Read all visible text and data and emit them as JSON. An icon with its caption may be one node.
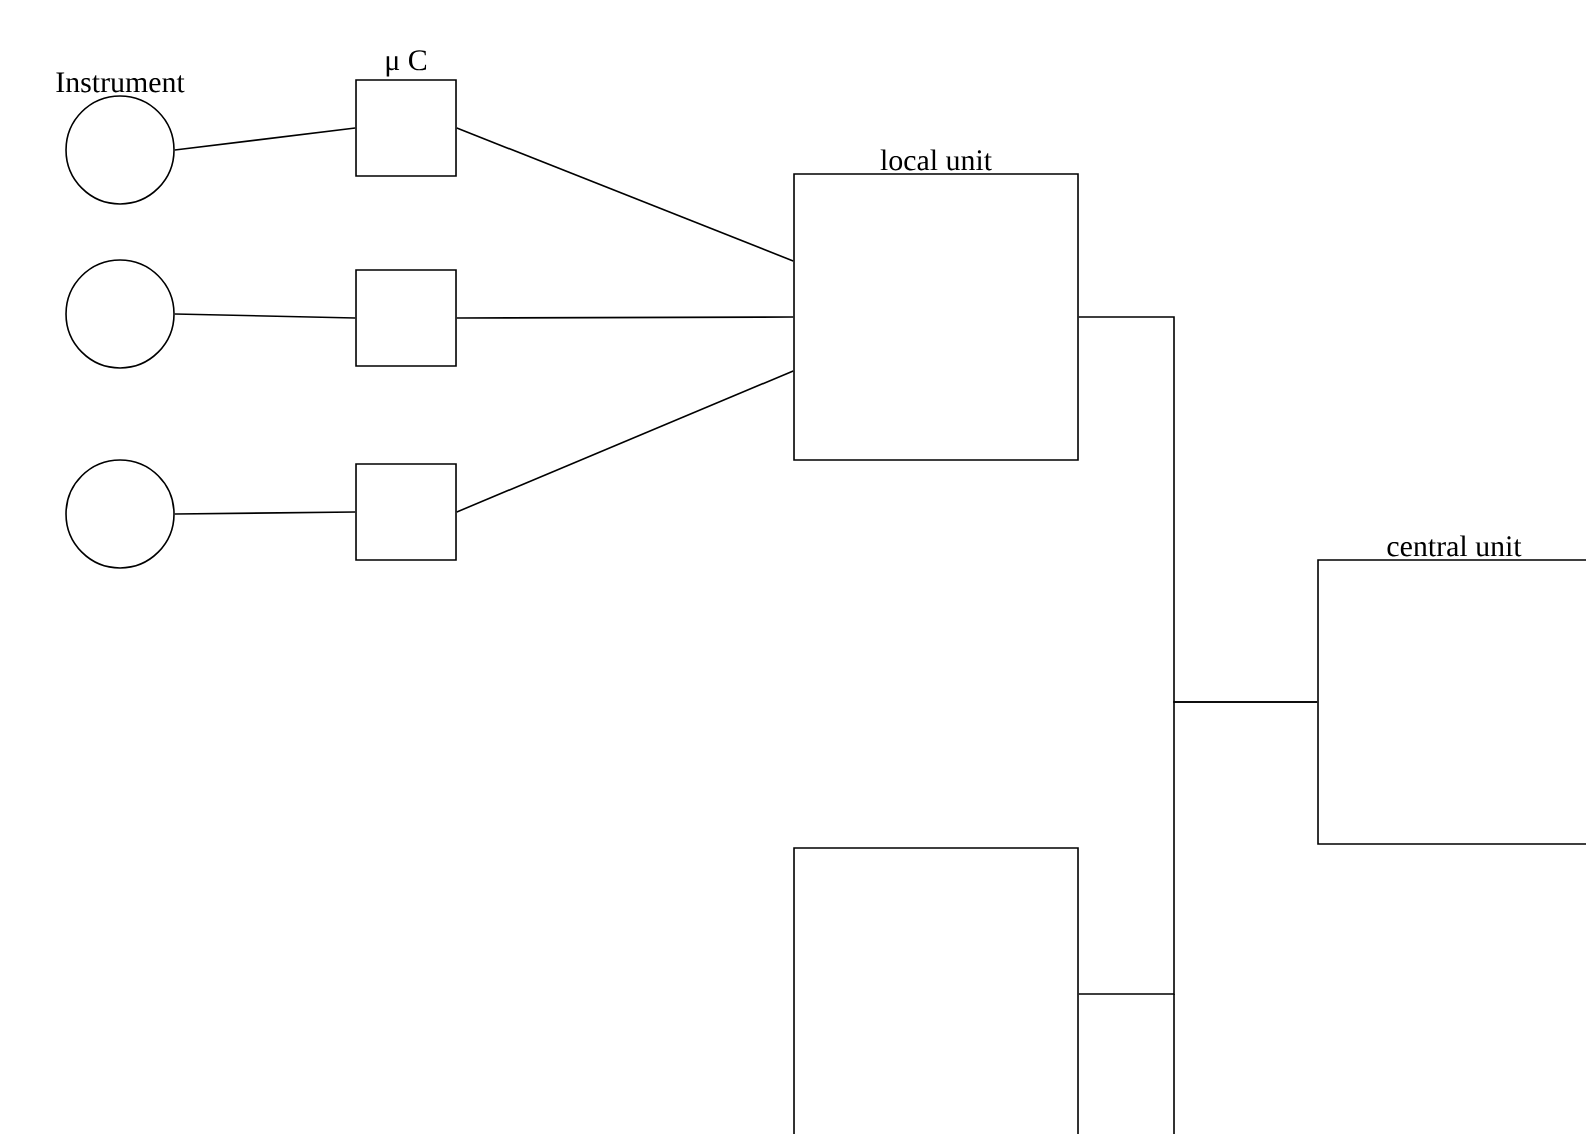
{
  "diagram": {
    "nodes": [
      {
        "text": [
          "Instrument"
        ]
      },
      {
        "text": [
          "μ C"
        ]
      },
      {
        "text": [],
        "shape": "circle"
      },
      {
        "text": [],
        "shape": "box"
      },
      {
        "text": [],
        "shape": "circle"
      },
      {
        "text": [],
        "shape": "box"
      },
      {
        "text": [
          "local unit"
        ]
      },
      {
        "text": [
          "central unit"
        ]
      },
      {
        "text": [],
        "shape": "box"
      }
    ],
    "edges": [
      {
        "from": 0,
        "to": 1,
        "arrow": "none"
      },
      {
        "from": 2,
        "to": 3,
        "arrow": "none"
      },
      {
        "from": 4,
        "to": 5,
        "arrow": "none"
      },
      {
        "from": 1,
        "to": 6,
        "arrow": "none"
      },
      {
        "from": 3,
        "to": 6,
        "arrow": "none"
      },
      {
        "from": 5,
        "to": 6,
        "arrow": "none"
      },
      {
        "from": 6,
        "to": 7,
        "arrow": "none"
      },
      {
        "from": 8,
        "to": 7,
        "arrow": "none"
      }
    ]
  }
}
